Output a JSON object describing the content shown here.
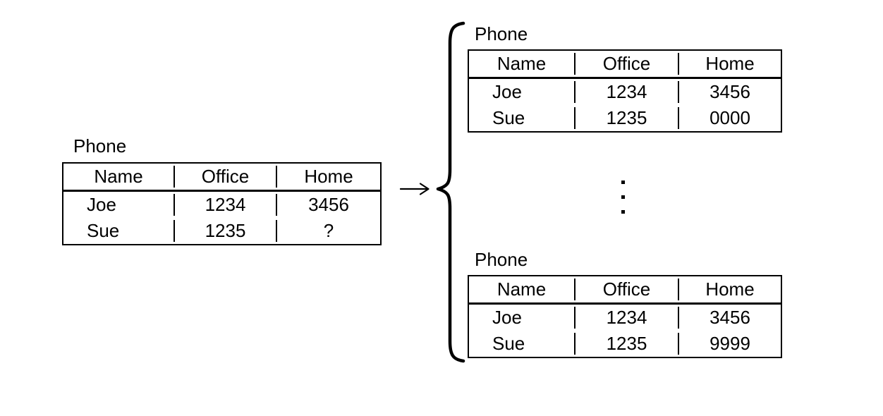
{
  "diagram": {
    "background": "#ffffff",
    "ink": "#000000",
    "arrow_symbol": "→",
    "brace_symbol": "{",
    "ellipsis_symbol": "⋮",
    "source": {
      "title": "Phone",
      "headers": [
        "Name",
        "Office",
        "Home"
      ],
      "rows": [
        [
          "Joe",
          "1234",
          "3456"
        ],
        [
          "Sue",
          "1235",
          "?"
        ]
      ]
    },
    "worlds": [
      {
        "title": "Phone",
        "headers": [
          "Name",
          "Office",
          "Home"
        ],
        "rows": [
          [
            "Joe",
            "1234",
            "3456"
          ],
          [
            "Sue",
            "1235",
            "0000"
          ]
        ]
      },
      {
        "title": "Phone",
        "headers": [
          "Name",
          "Office",
          "Home"
        ],
        "rows": [
          [
            "Joe",
            "1234",
            "3456"
          ],
          [
            "Sue",
            "1235",
            "9999"
          ]
        ]
      }
    ]
  }
}
